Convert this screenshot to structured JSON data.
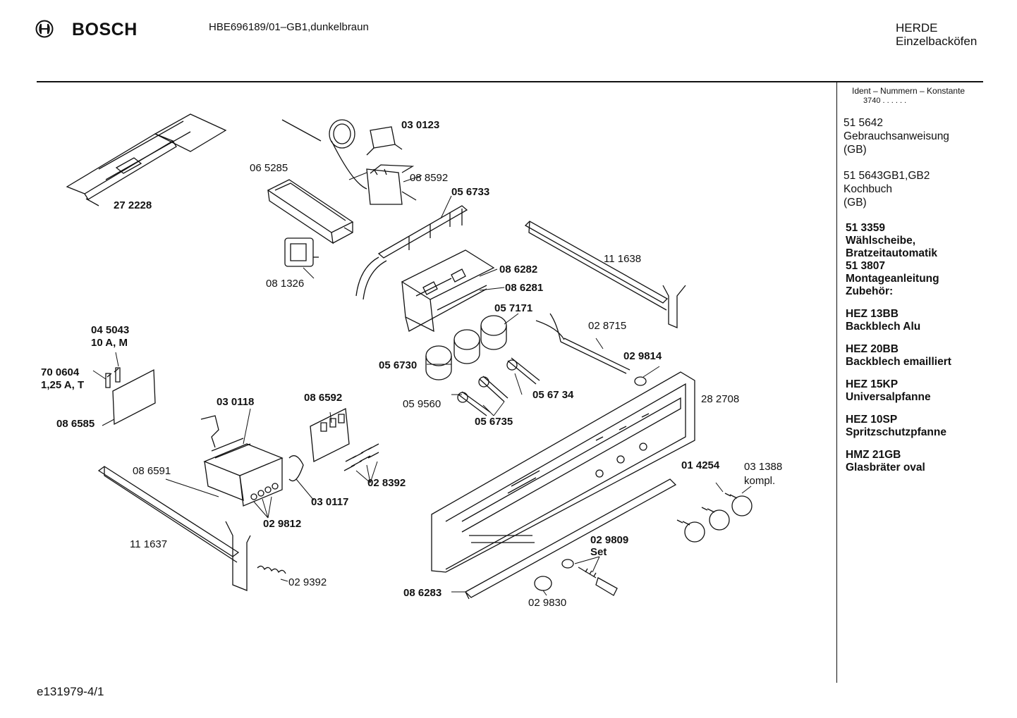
{
  "header": {
    "brand": "BOSCH",
    "model": "HBE696189/01–GB1,dunkelbraun",
    "category_line1": "HERDE",
    "category_line2": "Einzelbacköfen"
  },
  "sidebar": {
    "ident_label": "Ident – Nummern – Konstante",
    "konstante": "3740 . . . . . .",
    "entries": [
      {
        "lines": [
          "51 5642",
          "Gebrauchsanweisung",
          "(GB)"
        ],
        "bold": false
      },
      {
        "lines": [
          "51 5643GB1,GB2",
          "Kochbuch",
          "(GB)"
        ],
        "bold": false
      },
      {
        "lines": [
          "51 3359",
          "Wählscheibe,",
          "Bratzeitautomatik",
          "51 3807",
          "Montageanleitung",
          "Zubehör:"
        ],
        "bold": true
      },
      {
        "lines": [
          "HEZ 13BB",
          "Backblech Alu"
        ],
        "bold": true
      },
      {
        "lines": [
          "HEZ 20BB",
          "Backblech emailliert"
        ],
        "bold": true
      },
      {
        "lines": [
          "HEZ 15KP",
          "Universalpfanne"
        ],
        "bold": true
      },
      {
        "lines": [
          "HEZ 10SP",
          "Spritzschutzpfanne"
        ],
        "bold": true
      },
      {
        "lines": [
          "HMZ 21GB",
          "Glasbräter oval"
        ],
        "bold": true
      }
    ]
  },
  "parts": {
    "p272228": "27 2228",
    "p065285": "06 5285",
    "p030123": "03 0123",
    "p088592": "08 8592",
    "p056733": "05 6733",
    "p081326": "08 1326",
    "p111638": "11 1638",
    "p086282": "08 6282",
    "p086281": "08 6281",
    "p057171": "05 7171",
    "p028715": "02 8715",
    "p045043": "04 5043",
    "p045043_rating": "10 A, M",
    "p700604": "70 0604",
    "p700604_rating": "1,25 A, T",
    "p056730": "05 6730",
    "p029814": "02 9814",
    "p030118": "03 0118",
    "p086592": "08 6592",
    "p059560": "05 9560",
    "p056734": "05 67 34",
    "p282708": "28 2708",
    "p086585": "08 6585",
    "p056735": "05 6735",
    "p086591": "08 6591",
    "p028392": "02 8392",
    "p014254": "01 4254",
    "p031388": "03 1388",
    "p031388_note": "kompl.",
    "p030117": "03 0117",
    "p029812": "02 9812",
    "p111637": "11 1637",
    "p029809": "02 9809",
    "p029809_note": "Set",
    "p029392": "02 9392",
    "p086283": "08 6283",
    "p029830": "02 9830"
  },
  "footer": {
    "code": "e131979-4/1"
  }
}
